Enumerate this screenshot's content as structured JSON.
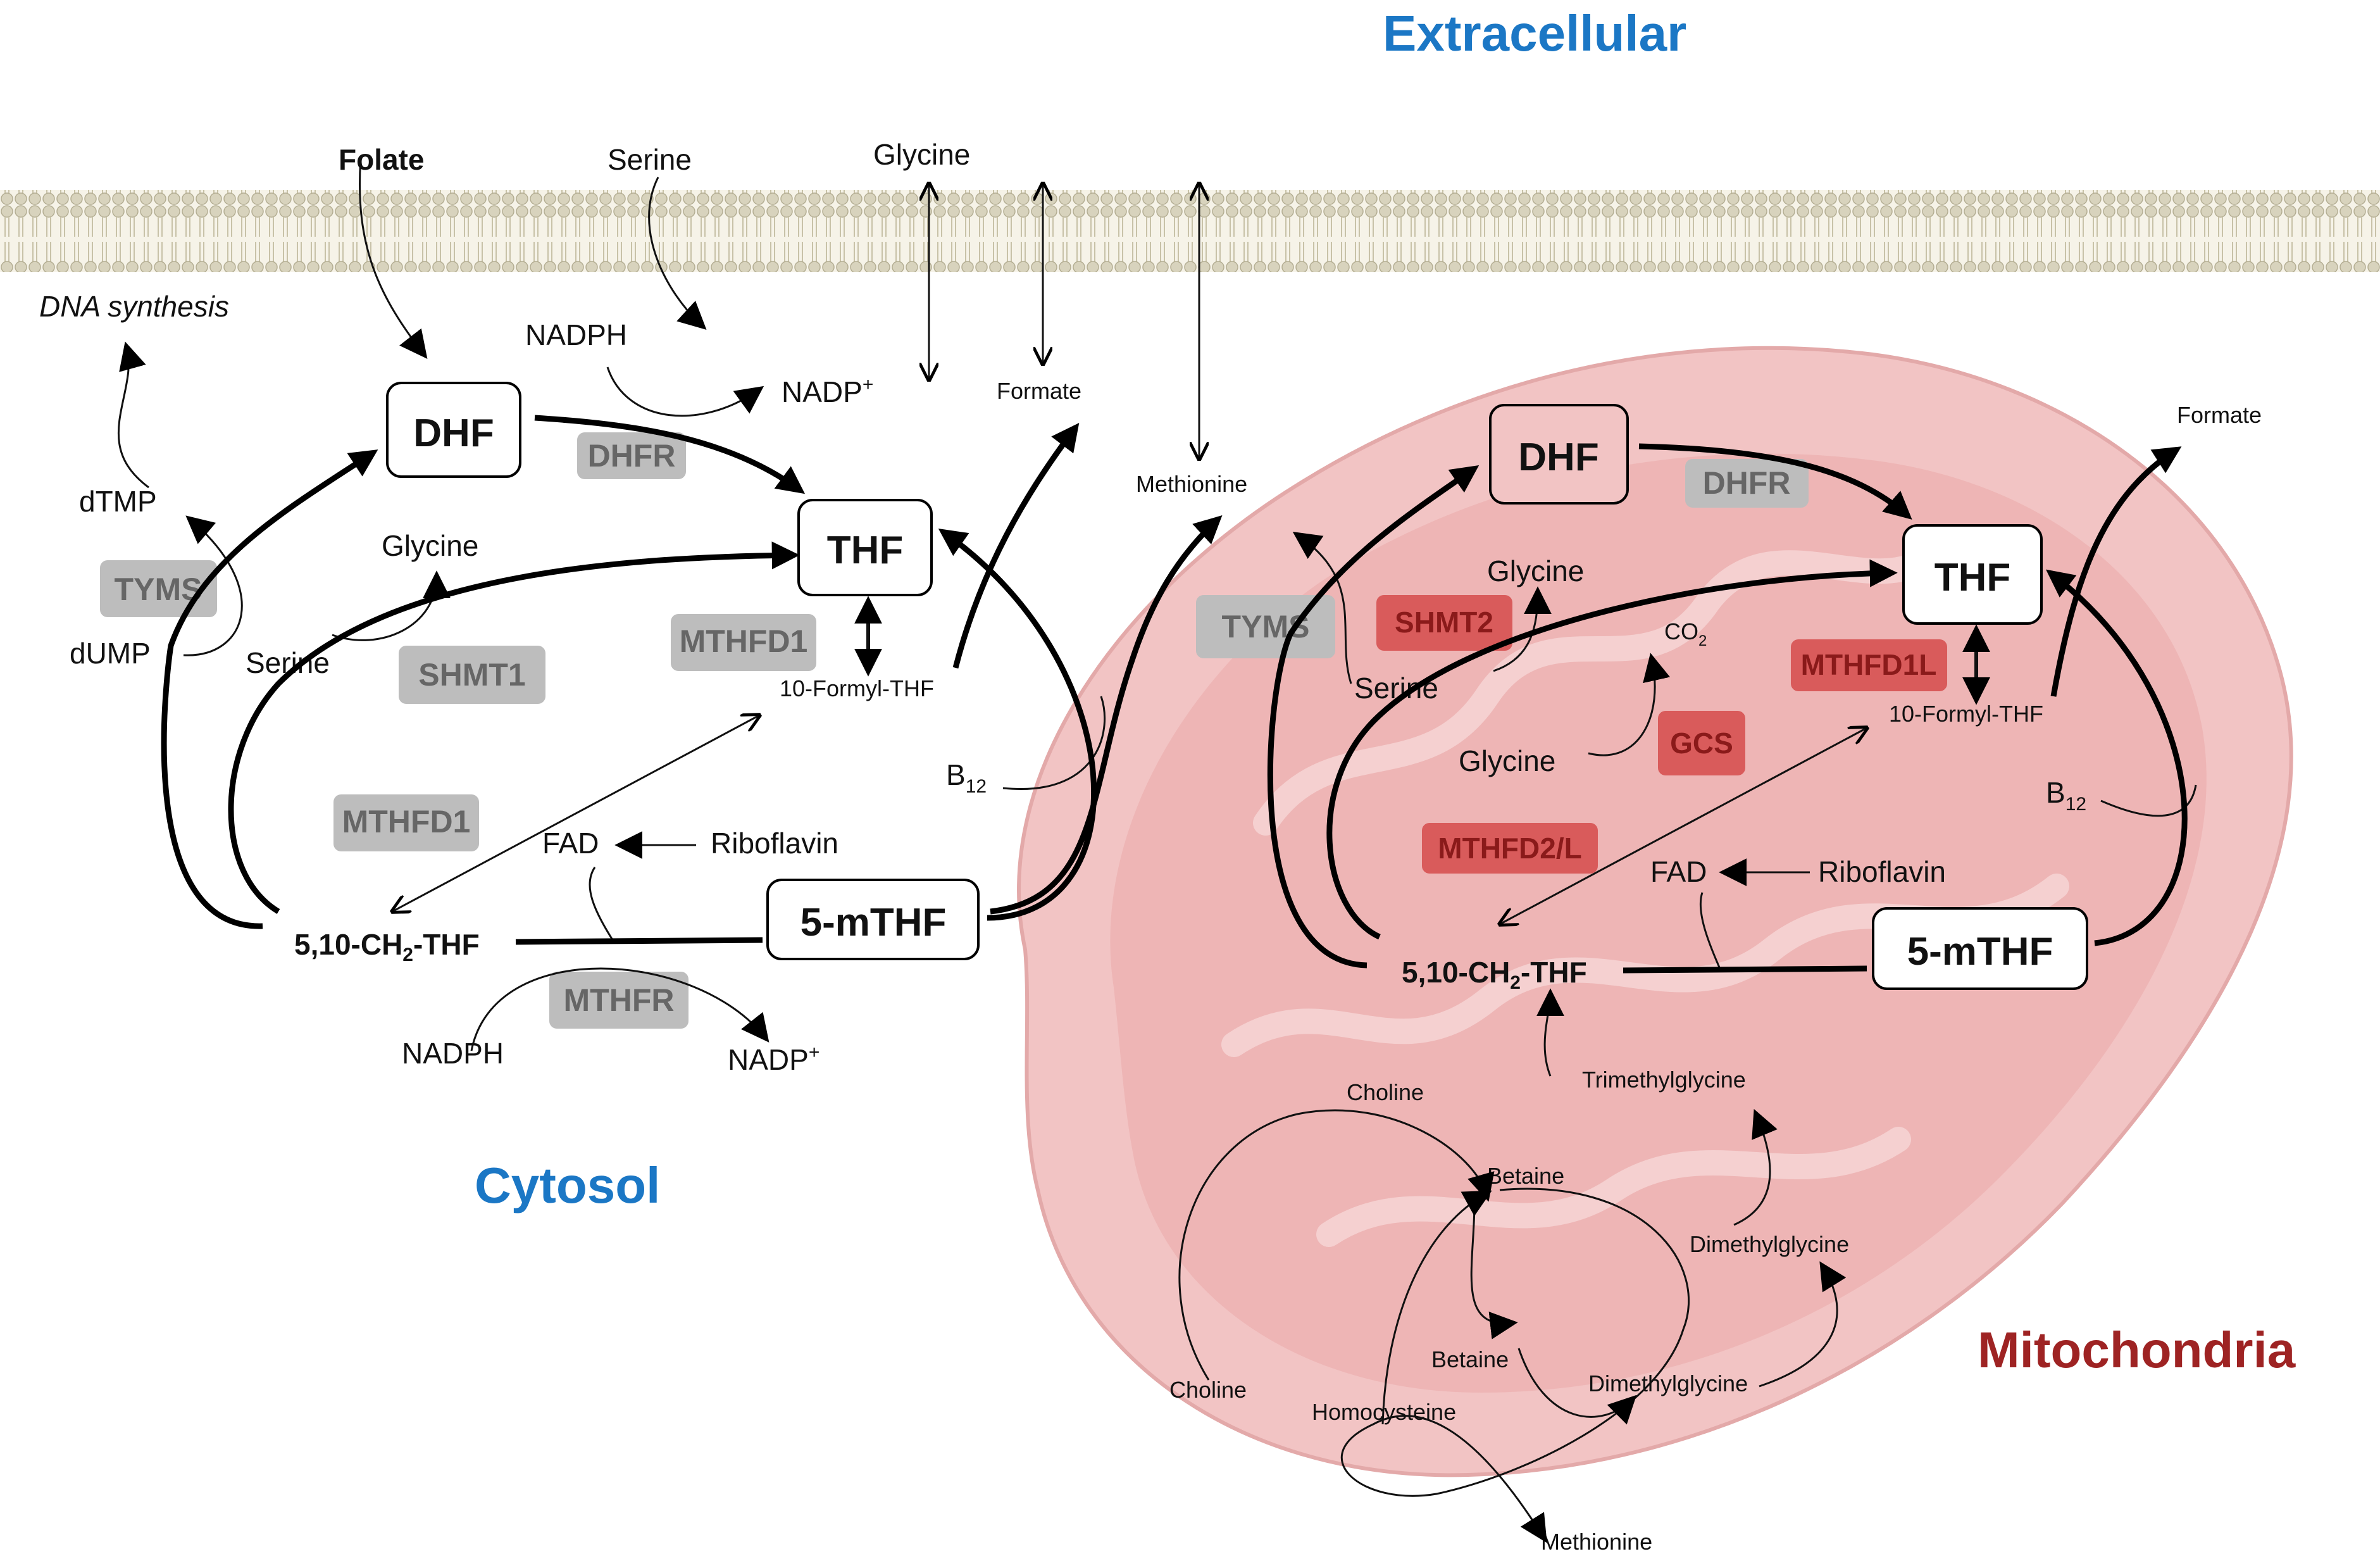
{
  "regions": {
    "extracellular": "Extracellular",
    "cytosol": "Cytosol",
    "mitochondria": "Mitochondria"
  },
  "colors": {
    "region_blue": "#1b77c5",
    "region_red": "#9e2323",
    "enzyme_gray": "#bdbdbd",
    "enzyme_red": "#d95b5b",
    "mitochondrion_fill": "#f2c4c4",
    "membrane": "#c8c2a8"
  },
  "membrane_inputs": {
    "folate": "Folate",
    "serine": "Serine",
    "glycine": "Glycine"
  },
  "cytosol": {
    "dna_synthesis": "DNA synthesis",
    "dtmp": "dTMP",
    "dump": "dUMP",
    "nadph_top": "NADPH",
    "nadp_top": "NADP",
    "formate": "Formate",
    "methionine": "Methionine",
    "glycine": "Glycine",
    "serine": "Serine",
    "formyl_thf": "10-Formyl-THF",
    "b12": "B",
    "b12_sub": "12",
    "fad": "FAD",
    "riboflavin": "Riboflavin",
    "ch2_thf": "5,10-CH",
    "ch2_sub": "2",
    "ch2_tail": "-THF",
    "nadph_bottom": "NADPH",
    "nadp_bottom": "NADP",
    "dhf": "DHF",
    "thf": "THF",
    "mthf": "5-mTHF",
    "enzymes": {
      "dhfr": "DHFR",
      "tyms": "TYMS",
      "shmt1": "SHMT1",
      "mthfd1_top": "MTHFD1",
      "mthfd1_bottom": "MTHFD1",
      "mthfr": "MTHFR"
    }
  },
  "mito": {
    "formate": "Formate",
    "dhf": "DHF",
    "thf": "THF",
    "mthf": "5-mTHF",
    "glycine_top": "Glycine",
    "serine": "Serine",
    "co2": "CO",
    "co2_sub": "2",
    "glycine_mid": "Glycine",
    "formyl_thf": "10-Formyl-THF",
    "b12": "B",
    "b12_sub": "12",
    "fad": "FAD",
    "riboflavin": "Riboflavin",
    "ch2_thf": "5,10-CH",
    "ch2_sub": "2",
    "ch2_tail": "-THF",
    "trimethylglycine": "Trimethylglycine",
    "choline_top": "Choline",
    "betaine_top": "Betaine",
    "dimethylglycine_top": "Dimethylglycine",
    "choline_bottom": "Choline",
    "betaine_bottom": "Betaine",
    "homocysteine": "Homocysteine",
    "dimethylglycine_bottom": "Dimethylglycine",
    "methionine": "Methionine",
    "enzymes": {
      "dhfr": "DHFR",
      "tyms": "TYMS",
      "shmt2": "SHMT2",
      "mthfd1l": "MTHFD1L",
      "gcs": "GCS",
      "mthfd2l": "MTHFD2/L"
    }
  },
  "superscript_plus": "+"
}
